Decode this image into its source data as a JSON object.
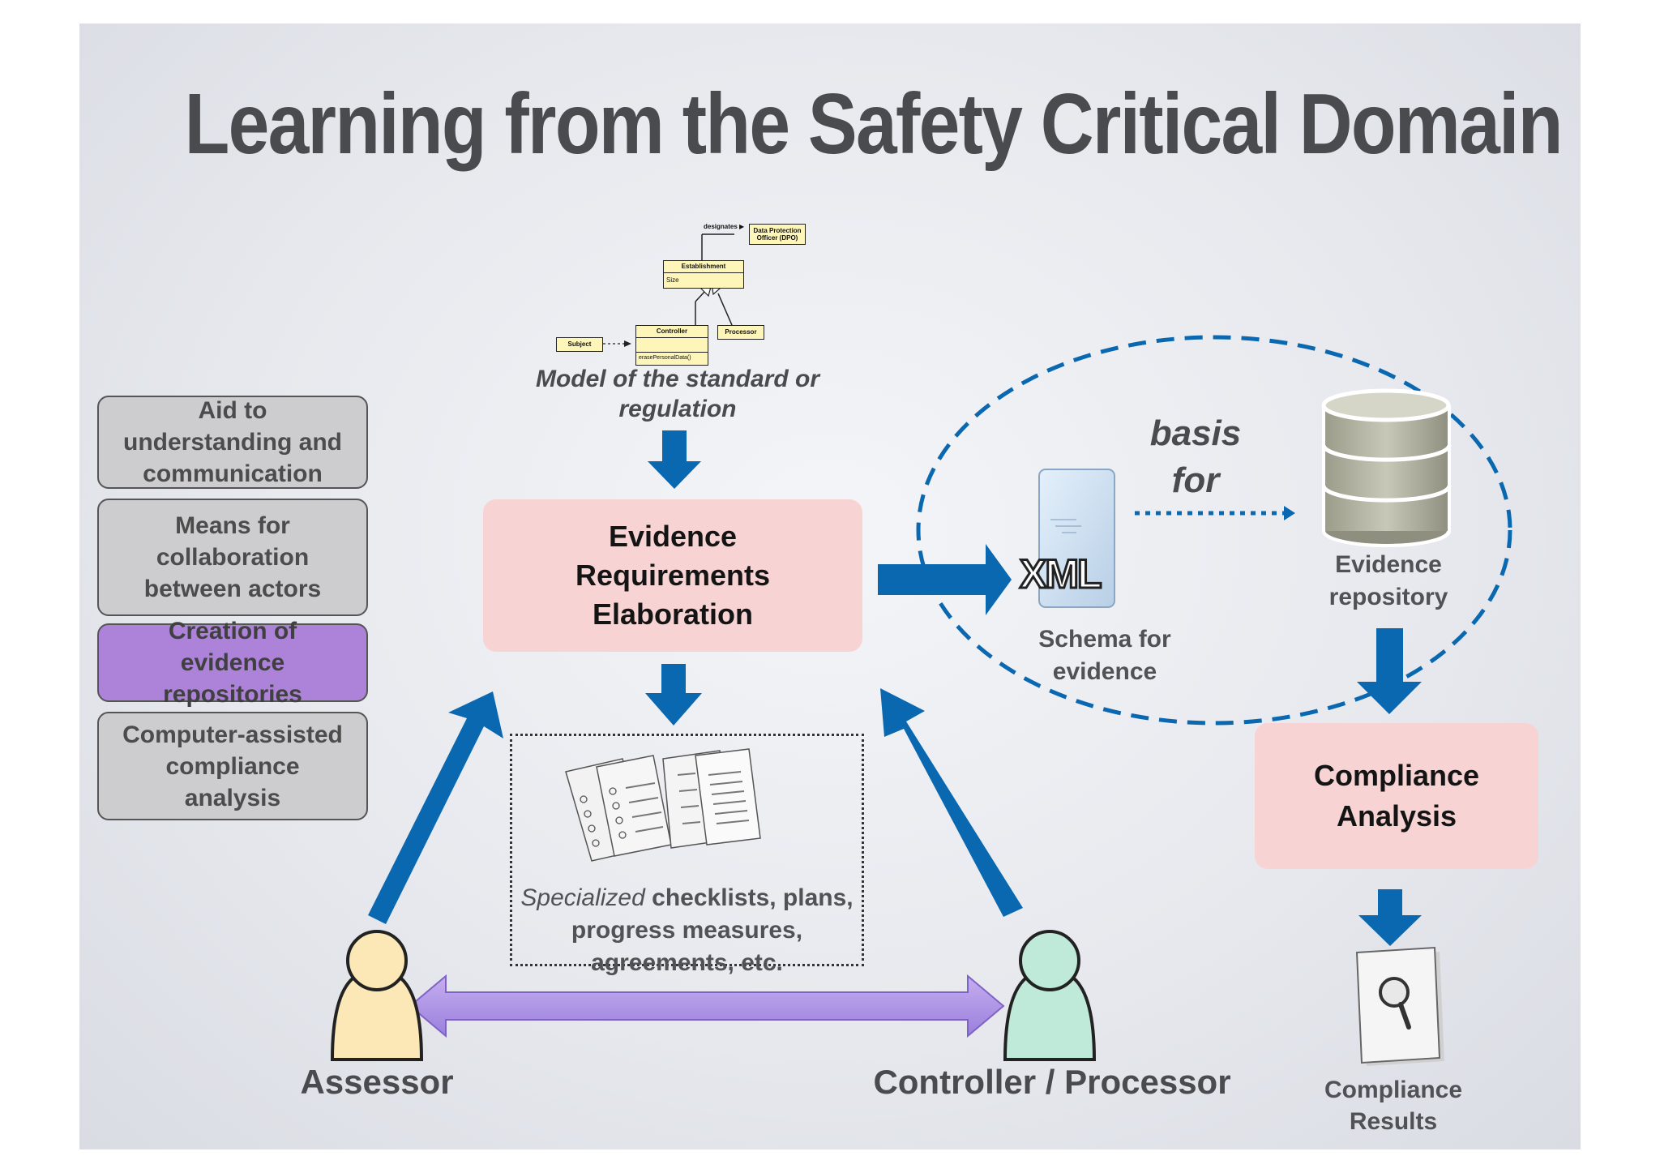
{
  "title": "Learning from the Safety Critical Domain",
  "sidebar": {
    "items": [
      {
        "label": "Aid to understanding and communication",
        "highlighted": false
      },
      {
        "label": "Means for collaboration between actors",
        "highlighted": false
      },
      {
        "label": "Creation of evidence repositories",
        "highlighted": true
      },
      {
        "label": "Computer-assisted compliance analysis",
        "highlighted": false
      }
    ]
  },
  "model": {
    "uml": {
      "designates": "designates",
      "dpo": "Data Protection Officer (DPO)",
      "establishment": "Establishment",
      "size": "Size",
      "controller": "Controller",
      "erase": "erasePersonalData()",
      "processor": "Processor",
      "subject": "Subject"
    },
    "caption": "Model of the standard or regulation"
  },
  "evidence_box": "Evidence Requirements Elaboration",
  "documents": {
    "italic": "Specialized",
    "rest": "checklists, plans, progress measures, agreements, etc."
  },
  "cluster": {
    "basis_for": "basis for",
    "xml_label": "XML",
    "schema_label": "Schema for evidence",
    "repository_label": "Evidence repository"
  },
  "compliance_box": "Compliance Analysis",
  "results_label": "Compliance Results",
  "actors": {
    "assessor": "Assessor",
    "controller": "Controller / Processor"
  },
  "colors": {
    "arrow_blue": "#0a68b0",
    "pink_box": "#f8d3d4",
    "highlight_purple": "#ad82d9",
    "title_gray": "#4a4b4f",
    "assessor_fill": "#fbe8b6",
    "controller_fill": "#bfe9d8"
  }
}
